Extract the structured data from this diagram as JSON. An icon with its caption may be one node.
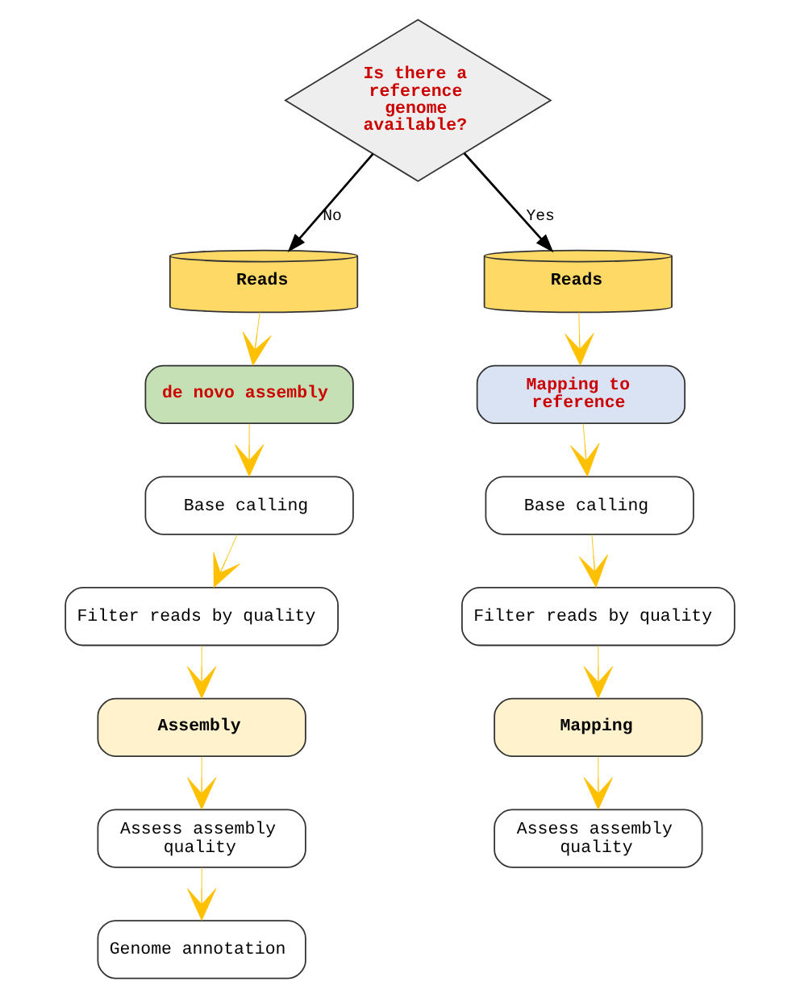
{
  "diagram": {
    "nodes": [
      {
        "text": [
          "Is there a reference genome available?"
        ]
      },
      {
        "text": [
          "Reads"
        ]
      },
      {
        "text": [
          "de novo assembly"
        ]
      },
      {
        "text": [
          "Base calling"
        ]
      },
      {
        "text": [
          "Filter reads by quality"
        ]
      },
      {
        "text": [
          "Assembly"
        ]
      },
      {
        "text": [
          "Assess assembly quality"
        ]
      },
      {
        "text": [
          "Genome annotation"
        ]
      },
      {
        "text": [
          "Reads"
        ]
      },
      {
        "text": [
          "Mapping to reference"
        ]
      },
      {
        "text": [
          "Base calling"
        ]
      },
      {
        "text": [
          "Filter reads by quality"
        ]
      },
      {
        "text": [
          "Mapping"
        ]
      },
      {
        "text": [
          "Assess assembly quality"
        ]
      }
    ],
    "edges": [
      {
        "from": 0,
        "to": 1,
        "arrow": "to",
        "label": "No",
        "color": "#000000"
      },
      {
        "from": 0,
        "to": 8,
        "arrow": "to",
        "label": "Yes",
        "color": "#000000"
      },
      {
        "from": 1,
        "to": 2,
        "arrow": "to"
      },
      {
        "from": 2,
        "to": 3,
        "arrow": "to"
      },
      {
        "from": 3,
        "to": 4,
        "arrow": "to"
      },
      {
        "from": 4,
        "to": 5,
        "arrow": "to"
      },
      {
        "from": 5,
        "to": 6,
        "arrow": "to"
      },
      {
        "from": 6,
        "to": 7,
        "arrow": "to"
      },
      {
        "from": 8,
        "to": 9,
        "arrow": "to"
      },
      {
        "from": 9,
        "to": 10,
        "arrow": "to"
      },
      {
        "from": 10,
        "to": 11,
        "arrow": "to"
      },
      {
        "from": 11,
        "to": 12,
        "arrow": "to"
      },
      {
        "from": 12,
        "to": 13,
        "arrow": "to"
      }
    ]
  }
}
